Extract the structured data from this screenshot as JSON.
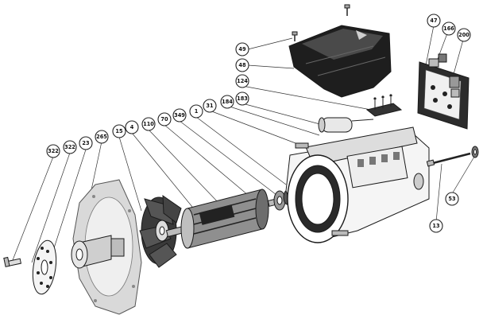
{
  "callouts": [
    {
      "id": "c-322a",
      "text": "322"
    },
    {
      "id": "c-322b",
      "text": "322"
    },
    {
      "id": "c-23",
      "text": "23"
    },
    {
      "id": "c-265",
      "text": "265"
    },
    {
      "id": "c-15",
      "text": "15"
    },
    {
      "id": "c-4",
      "text": "4"
    },
    {
      "id": "c-110",
      "text": "110"
    },
    {
      "id": "c-70",
      "text": "70"
    },
    {
      "id": "c-349",
      "text": "349"
    },
    {
      "id": "c-1",
      "text": "1"
    },
    {
      "id": "c-31",
      "text": "31"
    },
    {
      "id": "c-184",
      "text": "184"
    },
    {
      "id": "c-183",
      "text": "183"
    },
    {
      "id": "c-124",
      "text": "124"
    },
    {
      "id": "c-49",
      "text": "49"
    },
    {
      "id": "c-48",
      "text": "48"
    },
    {
      "id": "c-47",
      "text": "47"
    },
    {
      "id": "c-166",
      "text": "166"
    },
    {
      "id": "c-200",
      "text": "200"
    },
    {
      "id": "c-13",
      "text": "13"
    },
    {
      "id": "c-53",
      "text": "53"
    }
  ]
}
